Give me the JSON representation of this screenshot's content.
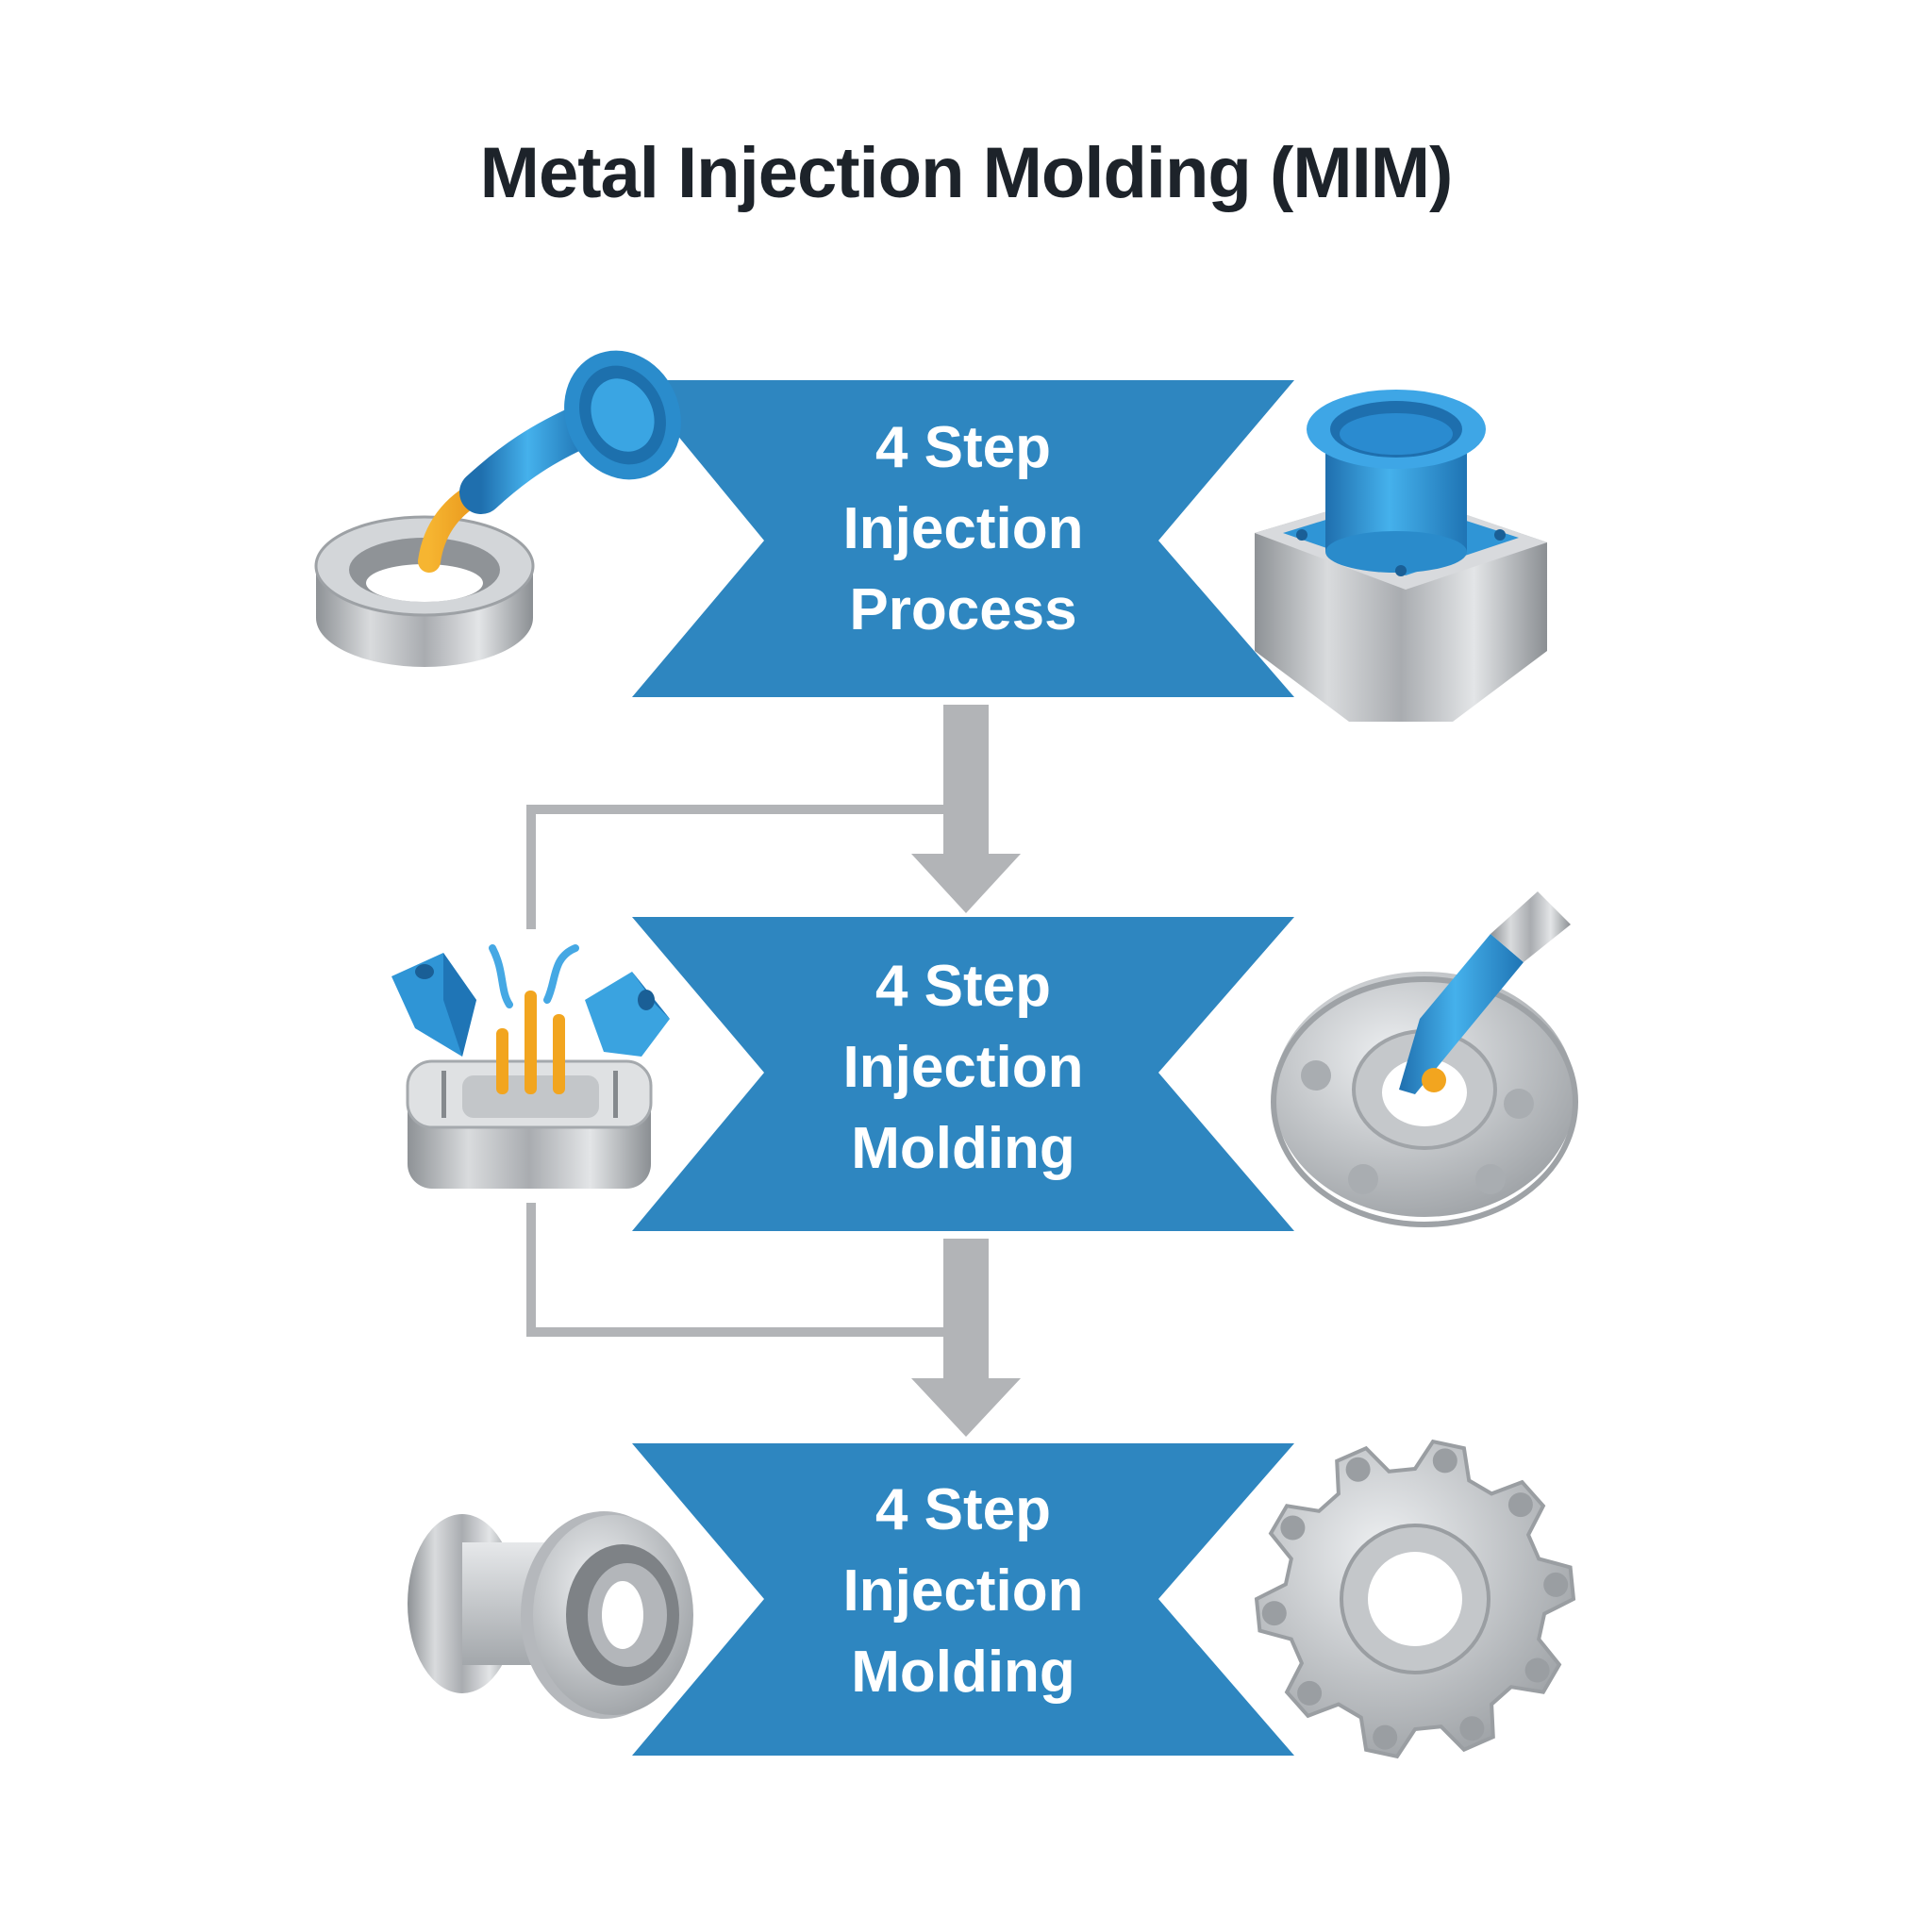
{
  "title": "Metal Injection Molding (MIM)",
  "colors": {
    "banner_blue": "#2e86c0",
    "connector_gray": "#b2b4b7",
    "steel": "#b9bcc0",
    "part_blue": "#2f95d6",
    "molten_orange": "#f2a51f",
    "title_text": "#1d232a",
    "banner_text": "#ffffff"
  },
  "steps": [
    {
      "lines": [
        "4 Step",
        "Injection",
        "Process"
      ],
      "left_icon": "nozzle-pouring-into-steel-ring-icon",
      "right_icon": "blue-flange-on-steel-block-icon"
    },
    {
      "lines": [
        "4 Step",
        "Injection",
        "Molding"
      ],
      "left_icon": "mold-cavity-with-molten-feedstock-icon",
      "right_icon": "nozzle-injecting-into-flange-icon"
    },
    {
      "lines": [
        "4 Step",
        "Injection",
        "Molding"
      ],
      "left_icon": "steel-bushing-icon",
      "right_icon": "steel-gear-icon"
    }
  ],
  "connectors": [
    {
      "from": 1,
      "to": 2,
      "type": "down-arrow-with-loop"
    },
    {
      "from": 2,
      "to": 3,
      "type": "down-arrow-with-loop"
    }
  ]
}
